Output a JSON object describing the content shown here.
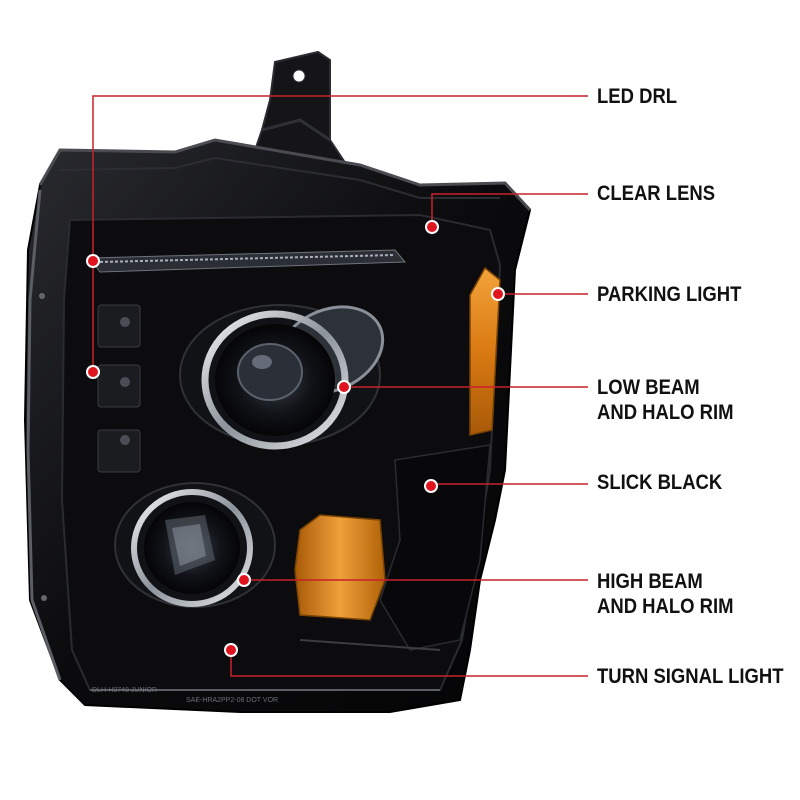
{
  "callouts": [
    {
      "id": "led-drl",
      "lines": [
        "LED DRL"
      ]
    },
    {
      "id": "clear-lens",
      "lines": [
        "CLEAR LENS"
      ]
    },
    {
      "id": "parking-light",
      "lines": [
        "PARKING LIGHT"
      ]
    },
    {
      "id": "low-beam",
      "lines": [
        "LOW BEAM",
        "AND HALO RIM"
      ]
    },
    {
      "id": "slick-black",
      "lines": [
        "SLICK BLACK"
      ]
    },
    {
      "id": "high-beam",
      "lines": [
        "HIGH BEAM",
        "AND HALO RIM"
      ]
    },
    {
      "id": "turn-signal",
      "lines": [
        "TURN SIGNAL LIGHT"
      ]
    }
  ],
  "colors": {
    "callout_line": "#c9202a",
    "callout_dot": "#e0141e",
    "housing": "#0d0d0f",
    "amber": "#e08a1a",
    "chrome": "#c8ccd2",
    "text": "#111111"
  },
  "lamp": {
    "lens_markings": [
      "DLH-H0748 JUNIOR",
      "SAE-HRA2PP2-08 DOT VOR"
    ]
  }
}
